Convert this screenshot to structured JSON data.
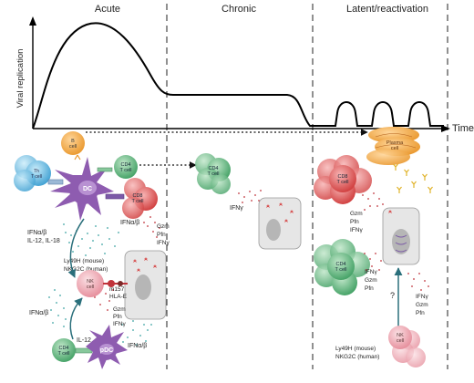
{
  "phases": {
    "acute": "Acute",
    "chronic": "Chronic",
    "latent": "Latent/reactivation"
  },
  "axes": {
    "y_label": "Viral replication",
    "x_label": "Time"
  },
  "cells": {
    "b_cell": [
      "B",
      "cell"
    ],
    "th_cell": [
      "Th",
      "T cell"
    ],
    "dc": "DC",
    "cd4_top": [
      "CD4",
      "T cell"
    ],
    "cd8_left": [
      "CD8",
      "T cell"
    ],
    "cd4_chronic": [
      "CD4",
      "T cell"
    ],
    "plasma_cell": [
      "Plasma",
      "cell"
    ],
    "cd8_latent": [
      "CD8",
      "T cell"
    ],
    "cd4_latent": [
      "CD4",
      "T cell"
    ],
    "nk_left": [
      "NK",
      "cell"
    ],
    "cd4_bottom": [
      "CD4",
      "T cell"
    ],
    "pdc": "pDC",
    "nk_right": [
      "NK",
      "cell"
    ]
  },
  "labels": {
    "ifn_dc": [
      "IFNα/β",
      "IL-12, IL-18"
    ],
    "ifn_dc_right": "IFNα/β",
    "effector_left": [
      "Gzm",
      "Pfn",
      "IFNγ"
    ],
    "ly49h_left": [
      "Ly49H (mouse)",
      "NKG2C (human)"
    ],
    "ligands": [
      "m157",
      "HLA-E"
    ],
    "ifn_nk": "IFNα/β",
    "il12": "IL-12",
    "nk_effector": [
      "Gzm",
      "Pfn",
      "IFNγ"
    ],
    "ifn_pdc": "IFNα/β",
    "ifng_chronic": "IFNγ",
    "cd8_latent_effector": [
      "Gzm",
      "Pfn",
      "IFNγ"
    ],
    "cd4_latent_effector": [
      "IFNγ",
      "Gzm",
      "Pfn"
    ],
    "question": "?",
    "nk_right_effector": [
      "IFNγ",
      "Gzm",
      "Pfn"
    ],
    "ly49h_right": [
      "Ly49H (mouse)",
      "NKG2C (human)"
    ]
  },
  "colors": {
    "dc": "#8e5cb0",
    "b_cell": "#f0a030",
    "cd4": "#4fb574",
    "cd8": "#e45555",
    "th": "#4aaede",
    "nk": "#e98c9a",
    "plasma": "#e8824a",
    "arrow": "#2a6f7b",
    "ifn_dot": "#3aa3a3",
    "effector_dot": "#c0323a"
  }
}
